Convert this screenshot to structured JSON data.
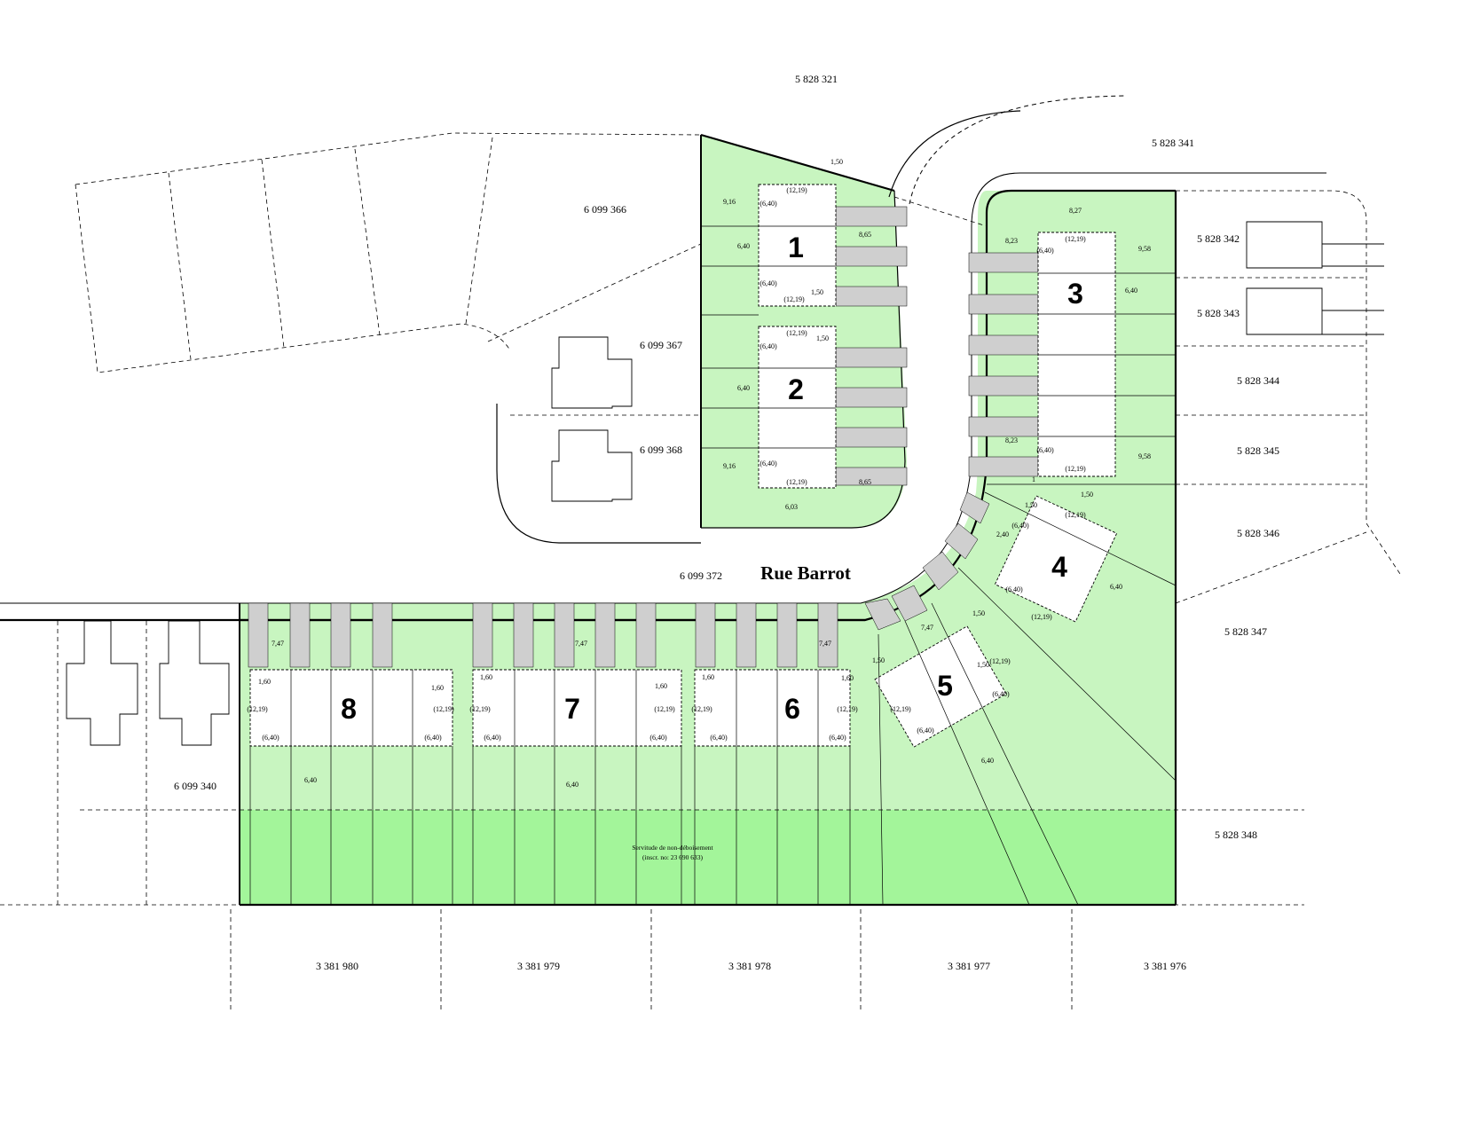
{
  "map": {
    "street_name": "Rue Barrot",
    "colors": {
      "lot_fill": "#c8f5c0",
      "lot_fill_alt": "#bff0b6",
      "servitude_fill": "#a3f59a",
      "parking_fill": "#cfcfcf",
      "line": "#000000"
    },
    "lots": [
      {
        "number": "1"
      },
      {
        "number": "2"
      },
      {
        "number": "3"
      },
      {
        "number": "4"
      },
      {
        "number": "5"
      },
      {
        "number": "6"
      },
      {
        "number": "7"
      },
      {
        "number": "8"
      }
    ],
    "parcel_labels": [
      "5 828 321",
      "5 828 341",
      "5 828 342",
      "5 828 343",
      "5 828 344",
      "5 828 345",
      "5 828 346",
      "5 828 347",
      "5 828 348",
      "6 099 366",
      "6 099 367",
      "6 099 368",
      "6 099 372",
      "6 099 340",
      "3 381 980",
      "3 381 979",
      "3 381 978",
      "3 381 977",
      "3 381 976"
    ],
    "servitude": {
      "line1": "Servitude de non-déboisement",
      "line2": "(inscr. no: 23 690 633)"
    },
    "dimensions": {
      "d_12_19": "(12,19)",
      "d_6_40": "(6,40)",
      "d_6_40_plain": "6,40",
      "d_9_16": "9,16",
      "d_8_65": "8,65",
      "d_8_23": "8,23",
      "d_9_58": "9,58",
      "d_1_50": "1,50",
      "d_1_60": "1,60",
      "d_7_47": "7,47",
      "d_6_03": "6,03",
      "d_8_27": "8,27",
      "d_2_40": "2,40",
      "d_1": "1"
    }
  }
}
